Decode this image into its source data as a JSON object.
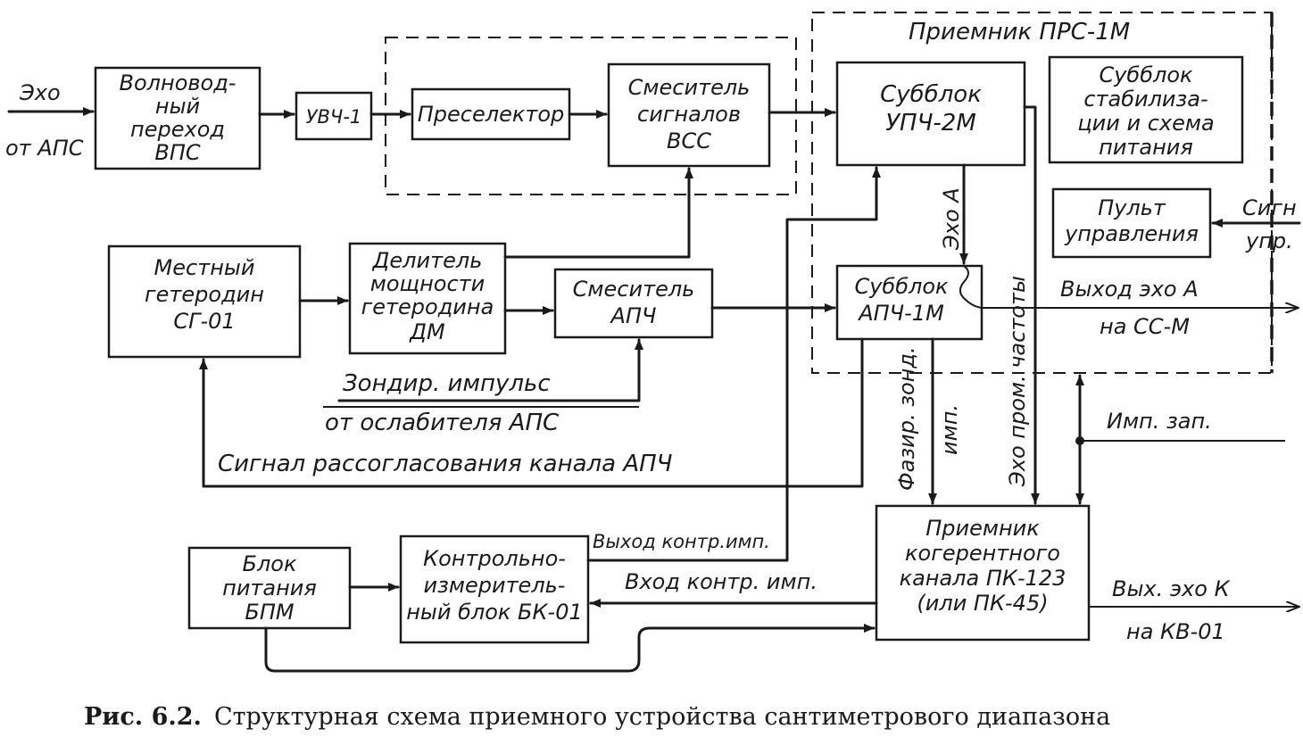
{
  "caption": {
    "label": "Рис. 6.2.",
    "text": "Структурная схема приемного устройства сантиметрового диапазона"
  },
  "groups": {
    "receiver_title": "Приемник ПРС-1М"
  },
  "blocks": {
    "waveguide": [
      "Волновод-",
      "ный",
      "переход",
      "ВПС"
    ],
    "uvch": [
      "УВЧ-1"
    ],
    "preselector": [
      "Преселектор"
    ],
    "mixer_vss": [
      "Смеситель",
      "сигналов",
      "ВСС"
    ],
    "upch": [
      "Субблок",
      "УПЧ-2М"
    ],
    "stab": [
      "Субблок",
      "стабилиза-",
      "ции и схема",
      "питания"
    ],
    "control_panel": [
      "Пульт",
      "управления"
    ],
    "local_osc": [
      "Местный",
      "гетеродин",
      "СГ-01"
    ],
    "divider": [
      "Делитель",
      "мощности",
      "гетеродина",
      "ДМ"
    ],
    "mixer_apch": [
      "Смеситель",
      "АПЧ"
    ],
    "apch": [
      "Субблок",
      "АПЧ-1М"
    ],
    "coherent": [
      "Приемник",
      "когерентного",
      "канала ПК-123",
      "(или ПК-45)"
    ],
    "power": [
      "Блок",
      "питания",
      "БПМ"
    ],
    "control_meas": [
      "Контрольно-",
      "измеритель-",
      "ный блок БК-01"
    ]
  },
  "labels": {
    "echo_in_1": "Эхо",
    "echo_in_2": "от АПС",
    "signal_ctrl_1": "Сигн",
    "signal_ctrl_2": "упр.",
    "echo_a_vert": "Эхо А",
    "output_echo_a": "Выход эхо А",
    "to_ss_m": "на СС-М",
    "sounding_pulse": "Зондир. импульс",
    "from_attenuator": "от ослабителя  АПС",
    "mismatch_signal": "Сигнал рассогласования канала АПЧ",
    "phasing_1": "Фазир. зонд.",
    "phasing_2": "имп.",
    "echo_if": "Эхо пром. частоты",
    "trigger_pulse": "Имп. зап.",
    "ctrl_pulse_out": "Выход контр.имп.",
    "ctrl_pulse_in": "Вход  контр. имп.",
    "output_echo_k": "Вых. эхо К",
    "to_kv01": "на КВ-01"
  }
}
